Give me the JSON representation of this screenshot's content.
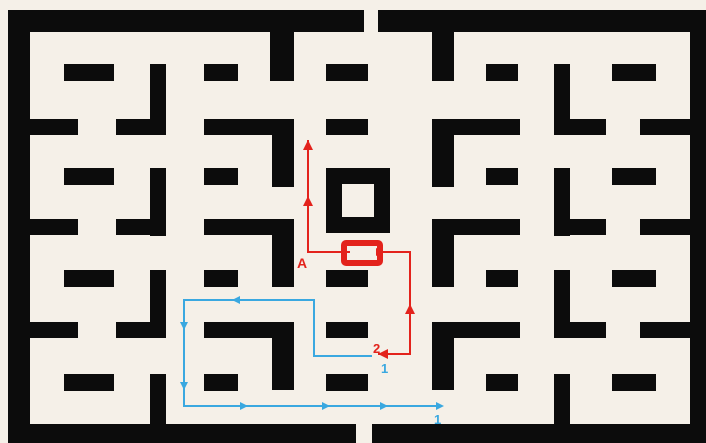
{
  "colors": {
    "background": "#ffffff",
    "paper": "#f5f0e8",
    "wall": "#0c0c0c",
    "ghost_path": "#e3231c",
    "player_path": "#3aa8e0"
  },
  "markers": {
    "ghost_start": "A",
    "ghost_step": "2",
    "player_step_a": "1",
    "player_step_b": "1"
  },
  "icons": {
    "ghost_box": "red-square-target-icon",
    "arrow": "arrowhead-icon"
  }
}
